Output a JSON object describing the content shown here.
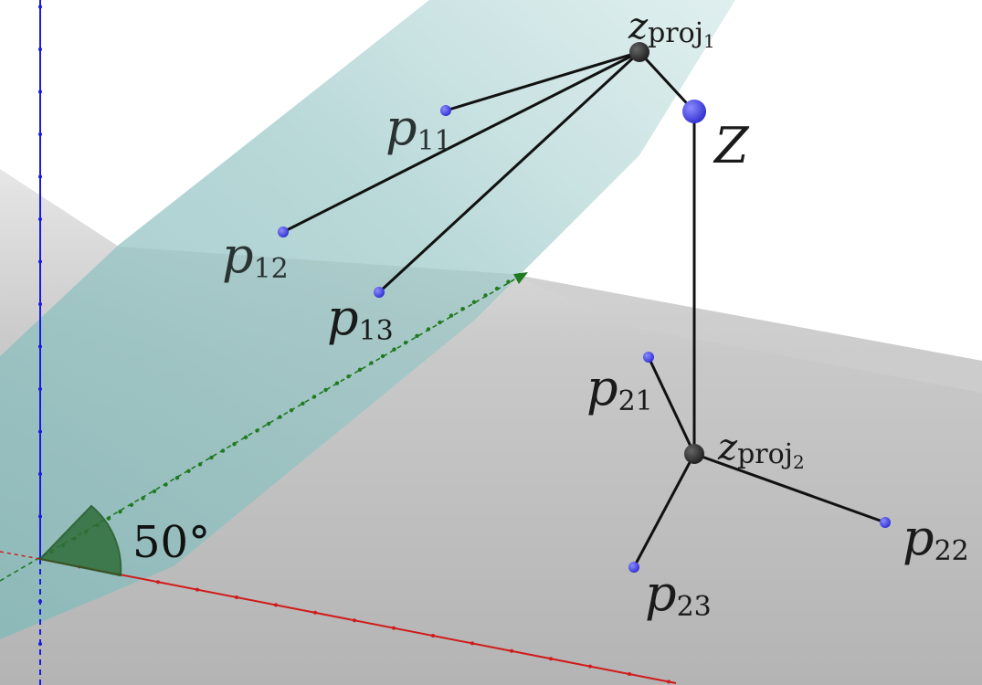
{
  "points": {
    "p11": {
      "base": "p",
      "sub": "11"
    },
    "p12": {
      "base": "p",
      "sub": "12"
    },
    "p13": {
      "base": "p",
      "sub": "13"
    },
    "p21": {
      "base": "p",
      "sub": "21"
    },
    "p22": {
      "base": "p",
      "sub": "22"
    },
    "p23": {
      "base": "p",
      "sub": "23"
    },
    "Z": {
      "base": "Z"
    },
    "zproj1": {
      "base": "z",
      "sub": "proj",
      "subsub": "1"
    },
    "zproj2": {
      "base": "z",
      "sub": "proj",
      "subsub": "2"
    }
  },
  "angle": {
    "value": "50°"
  },
  "colors": {
    "tilted_plane": "#8fc4c4",
    "ground_plane": "#bdbdbd",
    "x_axis": "#d11a1a",
    "y_axis": "#1f7a1f",
    "z_axis": "#1a1adf",
    "point_blue": "#4a4ae0",
    "point_dark": "#333333",
    "angle_fill": "#2f6e3a"
  }
}
